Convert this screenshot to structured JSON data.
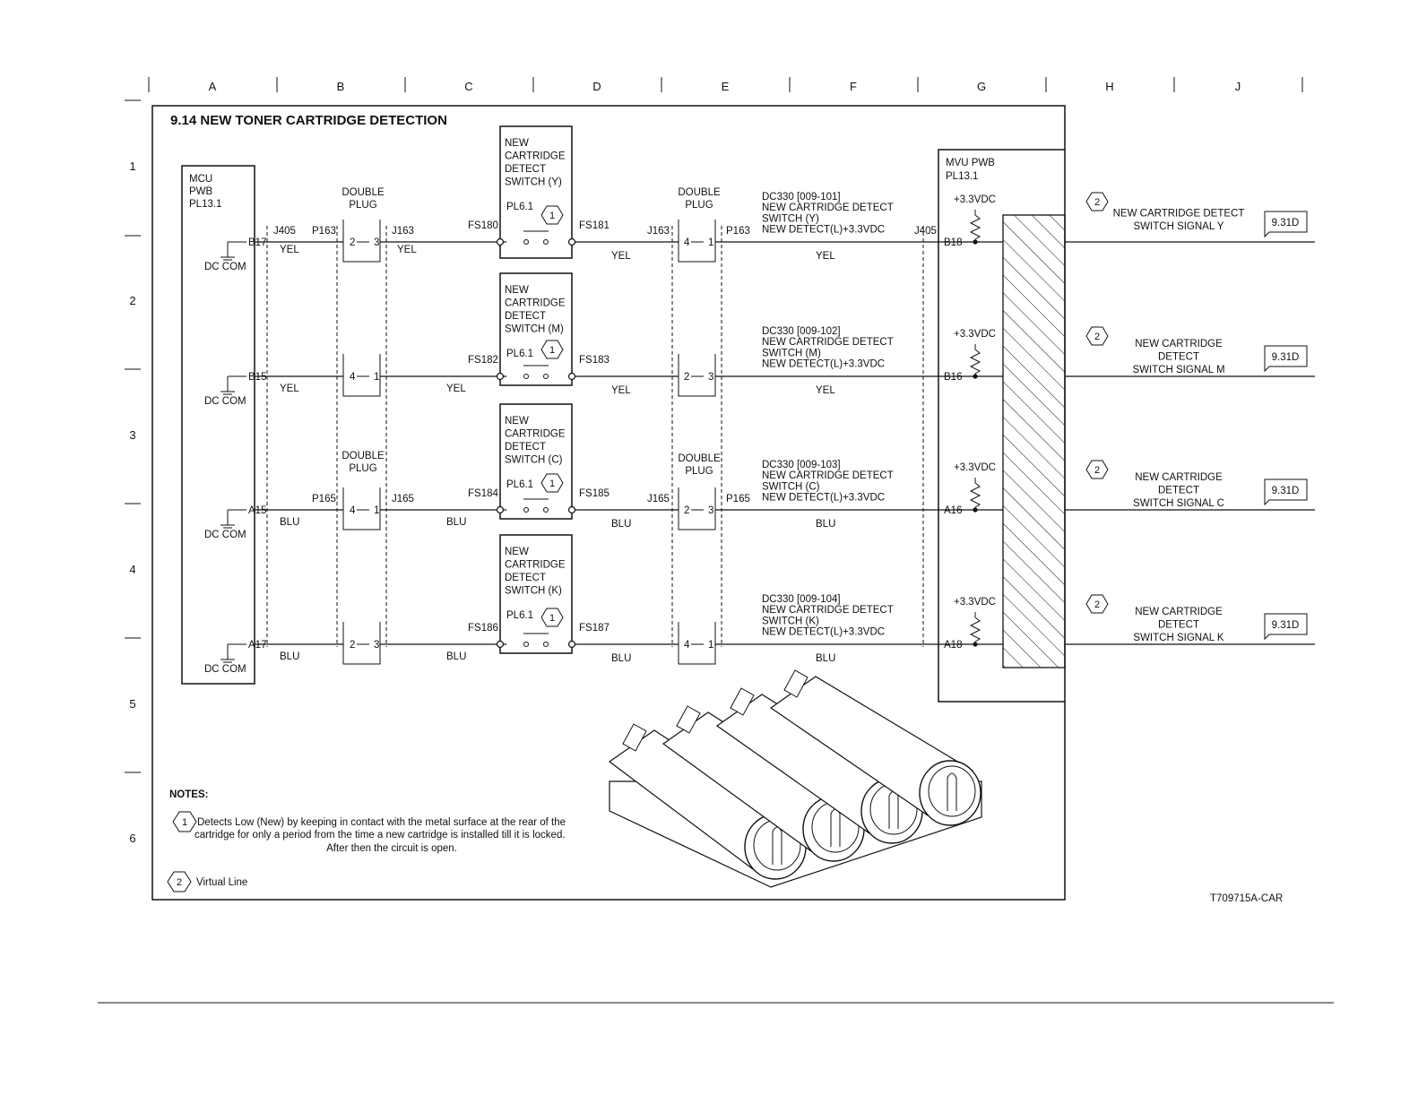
{
  "grid": {
    "columns": [
      "A",
      "B",
      "C",
      "D",
      "E",
      "F",
      "G",
      "H",
      "J"
    ],
    "rows": [
      "1",
      "2",
      "3",
      "4",
      "5",
      "6"
    ]
  },
  "title": "9.14 NEW TONER CARTRIDGE DETECTION",
  "mcu": {
    "lines": [
      "MCU",
      "PWB",
      "PL13.1"
    ]
  },
  "mvu": {
    "lines": [
      "MVU PWB",
      "PL13.1"
    ]
  },
  "double_plug": [
    "DOUBLE",
    "PLUG"
  ],
  "dc_com": "DC COM",
  "pl61": "PL6.1",
  "vdc": "+3.3VDC",
  "ref_931d": "9.31D",
  "note_marker_1": "1",
  "note_marker_2": "2",
  "circuits": [
    {
      "mcu_pin": "B17",
      "mvu_pin": "B18",
      "mcu_conn": "J405",
      "mvu_conn": "J405",
      "plug1_left": "P163",
      "plug1_pins": [
        "2",
        "3"
      ],
      "plug1_right": "J163",
      "plug2_left": "J163",
      "plug2_pins": [
        "4",
        "1"
      ],
      "plug2_right": "P163",
      "fs_left": "FS180",
      "fs_right": "FS181",
      "switch_lines": [
        "NEW",
        "CARTRIDGE",
        "DETECT",
        "SWITCH (Y)"
      ],
      "dc": [
        "DC330 [009-101]",
        "NEW CARTRIDGE DETECT",
        "SWITCH (Y)",
        "NEW DETECT(L)+3.3VDC"
      ],
      "wire_color": "YEL",
      "signal": [
        "NEW CARTRIDGE DETECT",
        "SWITCH  SIGNAL Y"
      ]
    },
    {
      "mcu_pin": "B15",
      "mvu_pin": "B16",
      "mcu_conn": "",
      "mvu_conn": "",
      "plug1_left": "",
      "plug1_pins": [
        "4",
        "1"
      ],
      "plug1_right": "",
      "plug2_left": "",
      "plug2_pins": [
        "2",
        "3"
      ],
      "plug2_right": "",
      "fs_left": "FS182",
      "fs_right": "FS183",
      "switch_lines": [
        "NEW",
        "CARTRIDGE",
        "DETECT",
        "SWITCH (M)"
      ],
      "dc": [
        "DC330 [009-102]",
        "NEW CARTRIDGE DETECT",
        "SWITCH (M)",
        "NEW DETECT(L)+3.3VDC"
      ],
      "wire_color": "YEL",
      "signal": [
        "NEW CARTRIDGE",
        "DETECT",
        "SWITCH  SIGNAL M"
      ]
    },
    {
      "mcu_pin": "A15",
      "mvu_pin": "A16",
      "mcu_conn": "",
      "mvu_conn": "",
      "plug1_left": "P165",
      "plug1_pins": [
        "4",
        "1"
      ],
      "plug1_right": "J165",
      "plug2_left": "J165",
      "plug2_pins": [
        "2",
        "3"
      ],
      "plug2_right": "P165",
      "fs_left": "FS184",
      "fs_right": "FS185",
      "switch_lines": [
        "NEW",
        "CARTRIDGE",
        "DETECT",
        "SWITCH (C)"
      ],
      "dc": [
        "DC330 [009-103]",
        "NEW CARTRIDGE DETECT",
        "SWITCH (C)",
        "NEW DETECT(L)+3.3VDC"
      ],
      "wire_color": "BLU",
      "signal": [
        "NEW CARTRIDGE",
        "DETECT",
        "SWITCH  SIGNAL C"
      ]
    },
    {
      "mcu_pin": "A17",
      "mvu_pin": "A18",
      "mcu_conn": "",
      "mvu_conn": "",
      "plug1_left": "",
      "plug1_pins": [
        "2",
        "3"
      ],
      "plug1_right": "",
      "plug2_left": "",
      "plug2_pins": [
        "4",
        "1"
      ],
      "plug2_right": "",
      "fs_left": "FS186",
      "fs_right": "FS187",
      "switch_lines": [
        "NEW",
        "CARTRIDGE",
        "DETECT",
        "SWITCH (K)"
      ],
      "dc": [
        "DC330 [009-104]",
        "NEW CARTRIDGE DETECT",
        "SWITCH (K)",
        "NEW DETECT(L)+3.3VDC"
      ],
      "wire_color": "BLU",
      "signal": [
        "NEW CARTRIDGE",
        "DETECT",
        "SWITCH  SIGNAL K"
      ]
    }
  ],
  "notes": {
    "heading": "NOTES:",
    "note1": [
      "Detects Low (New) by keeping in contact with the metal surface at the rear of the",
      "cartridge for only a period from the time a new cartridge is installed till it is locked.",
      "After then the circuit is open."
    ],
    "note2": "Virtual Line"
  },
  "figure_id": "T709715A-CAR"
}
